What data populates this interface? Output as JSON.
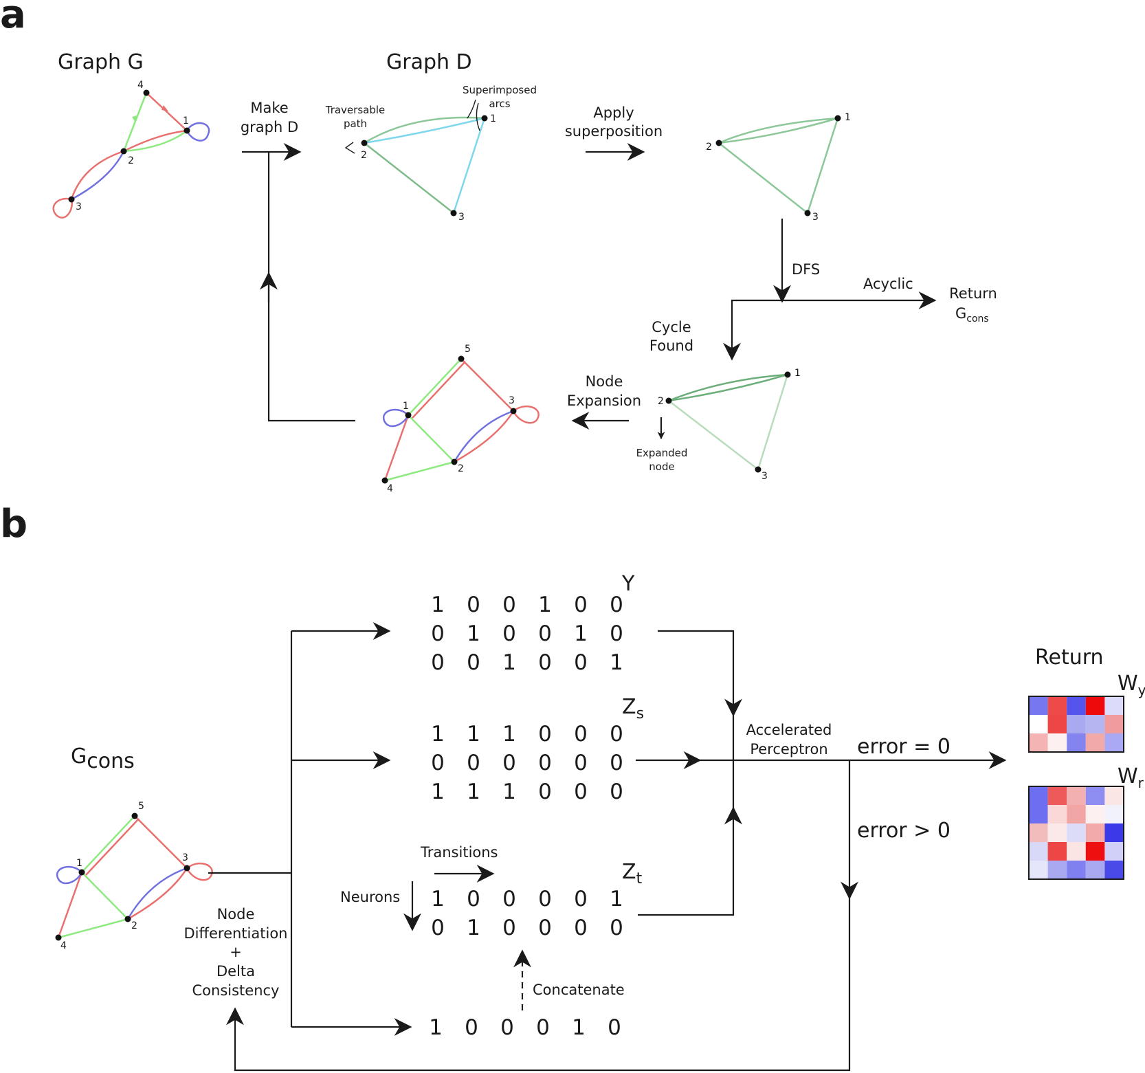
{
  "panels": {
    "a": "a",
    "b": "b"
  },
  "a": {
    "graph_g_title": "Graph G",
    "graph_d_title": "Graph D",
    "make_graph_d": [
      "Make",
      "graph D"
    ],
    "traversable_path": [
      "Traversable",
      "path"
    ],
    "superimposed_arcs": [
      "Superimposed",
      "arcs"
    ],
    "apply_superposition": [
      "Apply",
      "superposition"
    ],
    "dfs": "DFS",
    "acyclic": "Acyclic",
    "return_g": [
      "Return",
      "G",
      "cons"
    ],
    "cycle_found": [
      "Cycle",
      "Found"
    ],
    "node_expansion": [
      "Node",
      "Expansion"
    ],
    "expanded_node": [
      "Expanded",
      "node"
    ],
    "node_labels": {
      "g": [
        "1",
        "2",
        "3",
        "4"
      ],
      "d": [
        "1",
        "2",
        "3"
      ],
      "d2": [
        "1",
        "2",
        "3"
      ],
      "d3": [
        "1",
        "2",
        "3"
      ],
      "e": [
        "1",
        "2",
        "3",
        "4",
        "5"
      ]
    }
  },
  "b": {
    "gcons": [
      "G",
      "cons"
    ],
    "node_labels": [
      "1",
      "2",
      "3",
      "4",
      "5"
    ],
    "node_diff": [
      "Node",
      "Differentiation",
      "+",
      "Delta",
      "Consistency"
    ],
    "y_label": "Y",
    "zs_label": [
      "Z",
      "s"
    ],
    "zt_label": [
      "Z",
      "t"
    ],
    "y_matrix": [
      [
        "1",
        "0",
        "0",
        "1",
        "0",
        "0"
      ],
      [
        "0",
        "1",
        "0",
        "0",
        "1",
        "0"
      ],
      [
        "0",
        "0",
        "1",
        "0",
        "0",
        "1"
      ]
    ],
    "zs_matrix": [
      [
        "1",
        "1",
        "1",
        "0",
        "0",
        "0"
      ],
      [
        "0",
        "0",
        "0",
        "0",
        "0",
        "0"
      ],
      [
        "1",
        "1",
        "1",
        "0",
        "0",
        "0"
      ]
    ],
    "zt_matrix": [
      [
        "1",
        "0",
        "0",
        "0",
        "0",
        "1"
      ],
      [
        "0",
        "1",
        "0",
        "0",
        "0",
        "0"
      ]
    ],
    "bottom_row": [
      "1",
      "0",
      "0",
      "0",
      "1",
      "0"
    ],
    "transitions": "Transitions",
    "neurons": "Neurons",
    "concatenate": "Concatenate",
    "accelerated_perceptron": [
      "Accelerated",
      "Perceptron"
    ],
    "error_eq": "error = 0",
    "error_gt": "error > 0",
    "return": "Return",
    "wy_label": [
      "W",
      "y"
    ],
    "wr_label": [
      "W",
      "r"
    ],
    "wy_colors": [
      [
        "#7777f0",
        "#ee4a4a",
        "#5555ee",
        "#ee0a0a",
        "#dcdcfa"
      ],
      [
        "#ffffff",
        "#ee4646",
        "#a9a9f0",
        "#b5b5f2",
        "#f09c9c"
      ],
      [
        "#f4b4b4",
        "#fdf0f0",
        "#8484f0",
        "#f2a9a9",
        "#a9a9f6"
      ]
    ],
    "wr_colors": [
      [
        "#6e6ef0",
        "#ee5a5a",
        "#f3b0b0",
        "#8d8df2",
        "#fbe6e6"
      ],
      [
        "#6e6ef0",
        "#fbd8d8",
        "#f2a5a5",
        "#fdf0f0",
        "#f2f2fc"
      ],
      [
        "#f2bcbc",
        "#fbe8e8",
        "#dcdcf8",
        "#f2aaaa",
        "#3a3ae8"
      ],
      [
        "#d8d8f8",
        "#ee4545",
        "#fbe4e4",
        "#ee1010",
        "#d0d0f8"
      ],
      [
        "#e6e6fa",
        "#a9a9f2",
        "#8080f0",
        "#a9a9f2",
        "#4a4ae8"
      ]
    ]
  }
}
